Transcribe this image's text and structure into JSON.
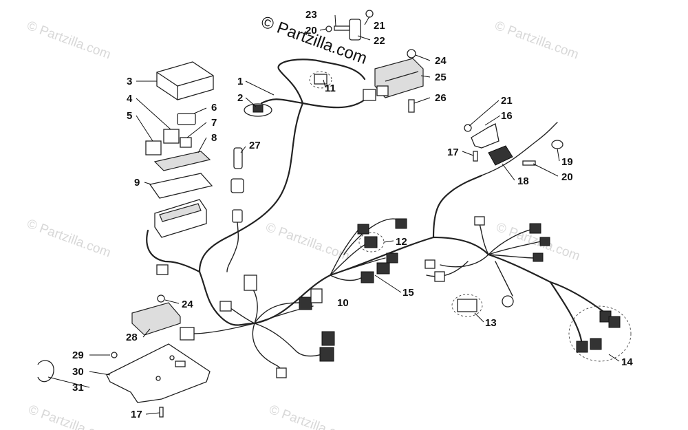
{
  "watermarks": [
    "© Partzilla.com",
    "© Partzilla.com",
    "© Partzilla.com",
    "© Partzilla.com",
    "© Partzilla.com",
    "© Partzilla.com",
    "© Partzilla.com"
  ],
  "copyright": "© Partzilla.com",
  "callouts": [
    {
      "num": "1"
    },
    {
      "num": "2"
    },
    {
      "num": "3"
    },
    {
      "num": "4"
    },
    {
      "num": "5"
    },
    {
      "num": "6"
    },
    {
      "num": "7"
    },
    {
      "num": "8"
    },
    {
      "num": "9"
    },
    {
      "num": "10"
    },
    {
      "num": "11"
    },
    {
      "num": "12"
    },
    {
      "num": "13"
    },
    {
      "num": "14"
    },
    {
      "num": "15"
    },
    {
      "num": "16"
    },
    {
      "num": "17"
    },
    {
      "num": "17"
    },
    {
      "num": "18"
    },
    {
      "num": "19"
    },
    {
      "num": "20"
    },
    {
      "num": "20"
    },
    {
      "num": "21"
    },
    {
      "num": "21"
    },
    {
      "num": "22"
    },
    {
      "num": "23"
    },
    {
      "num": "24"
    },
    {
      "num": "24"
    },
    {
      "num": "25"
    },
    {
      "num": "26"
    },
    {
      "num": "27"
    },
    {
      "num": "28"
    },
    {
      "num": "29"
    },
    {
      "num": "30"
    },
    {
      "num": "31"
    }
  ]
}
